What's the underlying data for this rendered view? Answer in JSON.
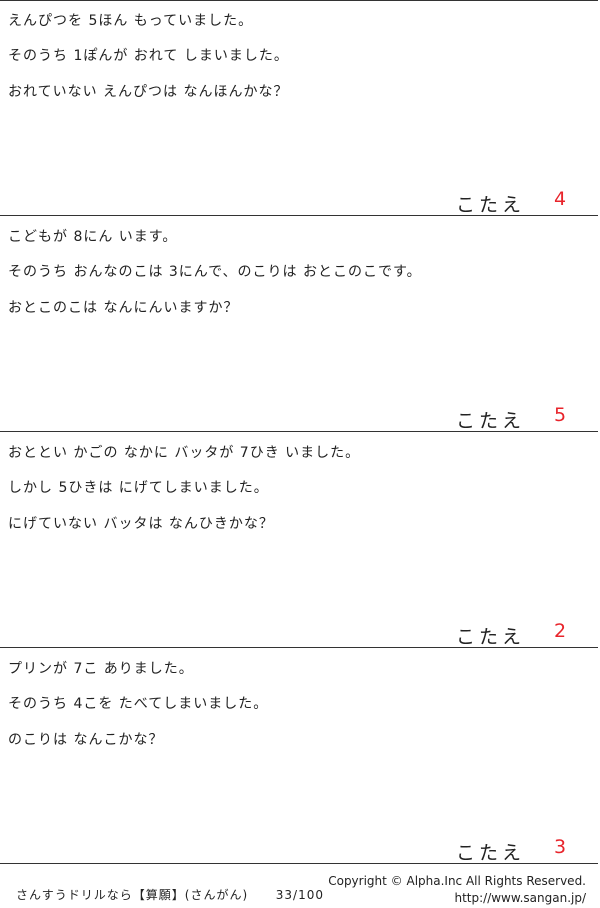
{
  "problems": [
    {
      "lines": [
        "えんぴつを 5ほん もっていました。",
        "そのうち 1ぽんが おれて しまいました。",
        "おれていない えんぴつは なんほんかな？"
      ],
      "answer_label": "こたえ",
      "answer": "4"
    },
    {
      "lines": [
        "こどもが 8にん います。",
        "そのうち おんなのこは 3にんで、のこりは おとこのこです。",
        "おとこのこは なんにんいますか？"
      ],
      "answer_label": "こたえ",
      "answer": "5"
    },
    {
      "lines": [
        "おととい かごの なかに バッタが 7ひき いました。",
        "しかし 5ひきは にげてしまいました。",
        "にげていない バッタは なんひきかな？"
      ],
      "answer_label": "こたえ",
      "answer": "2"
    },
    {
      "lines": [
        "プリンが 7こ ありました。",
        "そのうち 4こを たべてしまいました。",
        "のこりは なんこかな？"
      ],
      "answer_label": "こたえ",
      "answer": "3"
    }
  ],
  "footer": {
    "title": "さんすうドリルなら【算願】(さんがん)",
    "page": "33/100",
    "copyright": "Copyright ©  Alpha.Inc All Rights Reserved.",
    "url": "http://www.sangan.jp/"
  }
}
